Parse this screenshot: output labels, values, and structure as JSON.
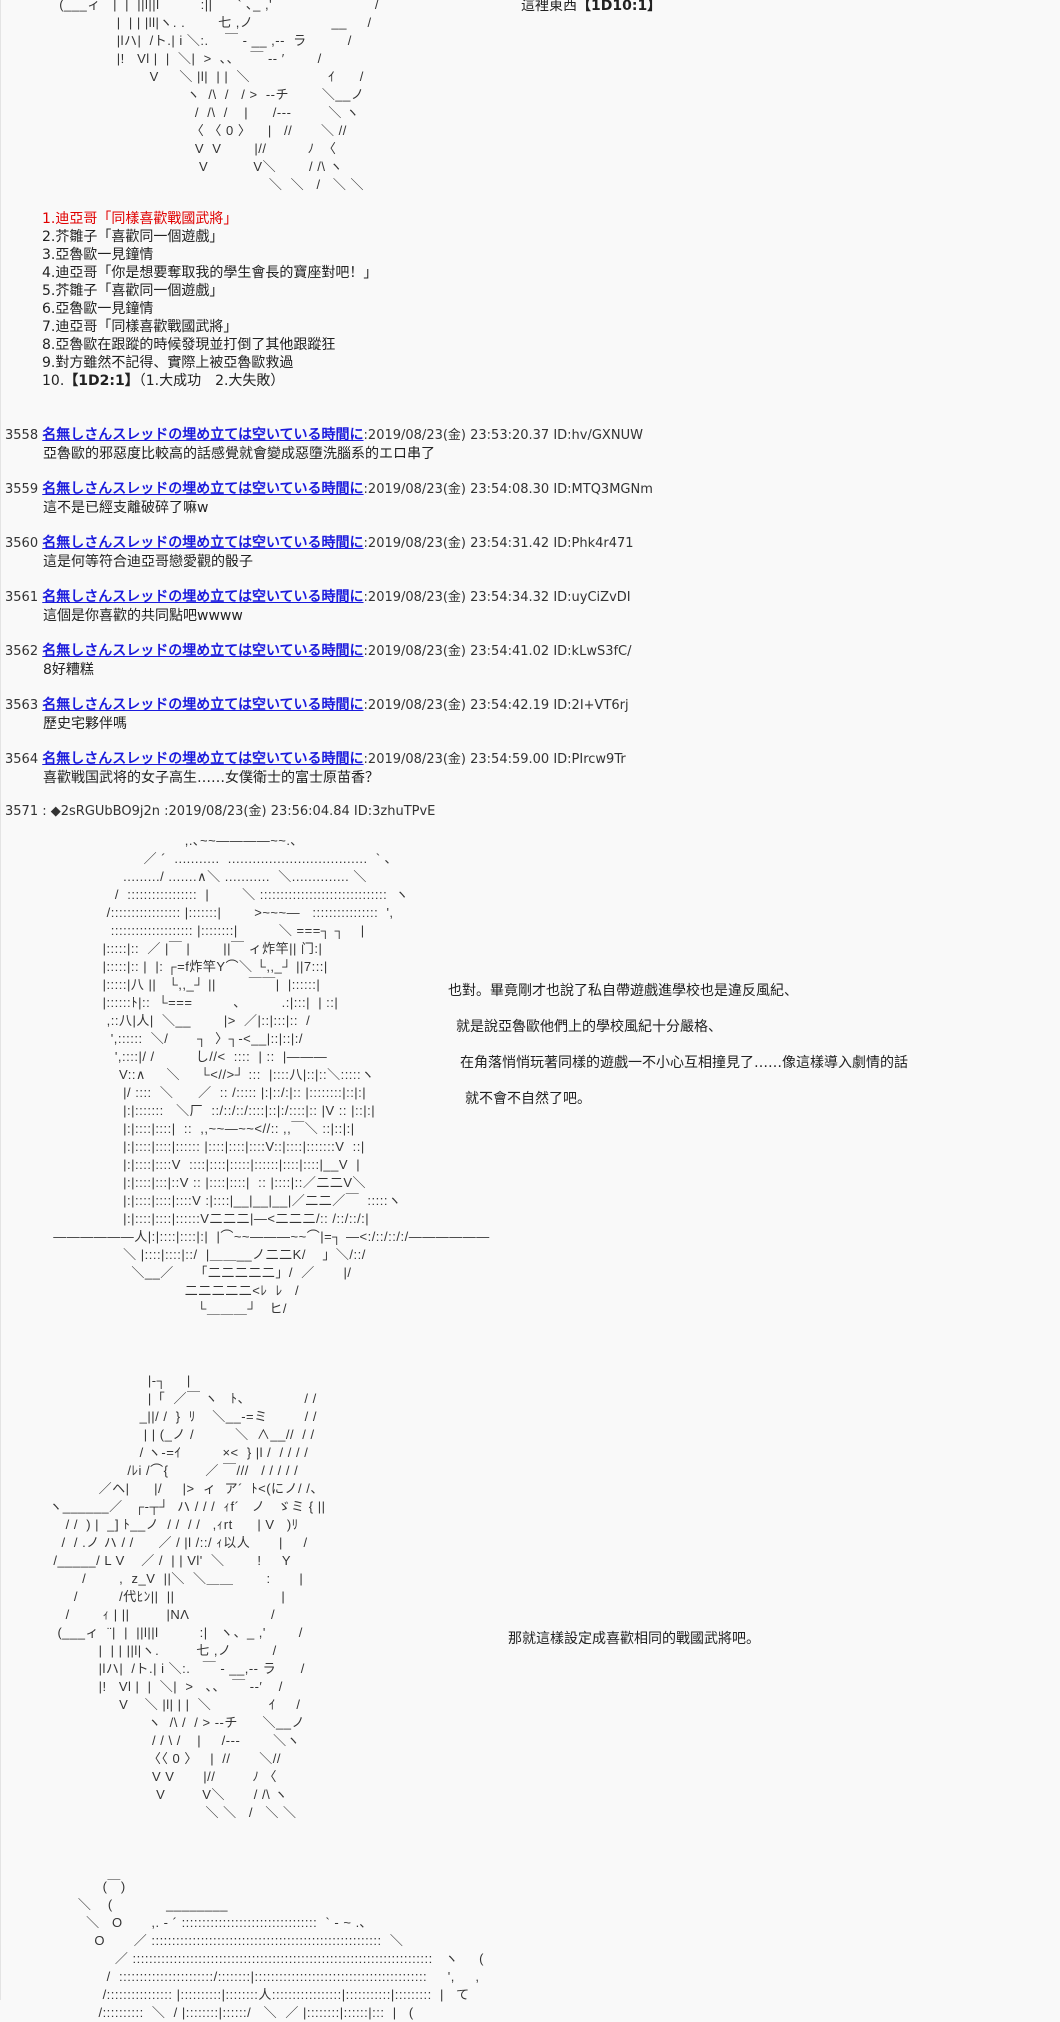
{
  "top_aa": [
    "  (___ィ   |  |  ||l||l          :||      ` ､_ ,'                         /",
    "                |  | | |ll|ヽ. .        七 ,ノ                   __     /",
    "                |lハ|  /ト.| i ＼:.    ￣ ‐ __ ,‐‐  ラ          /",
    "                |!   Vl |  |  ＼|  >  ､､    ￣ ‐‐ ′        /",
    "                        V     ＼ |l|  | |  ＼                   ｲ      /",
    "                                 ヽ  /\\  /   / >  ‐‐チ        ＼__ノ",
    "                                   /  /\\  /    |      /‐‐‐         ＼ ヽ",
    "                                  〈 〈 0 〉    |   //       ＼ //",
    "                                   V  V        |//          ﾉ  〈",
    "                                    V           V＼        / /\\ ヽ",
    "                                                     ＼  ＼   /   ＼ ＼"
  ],
  "top_note": {
    "prefix": "這裡東西",
    "roll": "【1D10:1】"
  },
  "choices": [
    "1.迪亞哥「同樣喜歡戰國武將」",
    "2.芥雛子「喜歡同一個遊戲」",
    "3.亞魯歐一見鐘情",
    "4.迪亞哥「你是想要奪取我的學生會長的寶座對吧！」",
    "5.芥雛子「喜歡同一個遊戲」",
    "6.亞魯歐一見鐘情",
    "7.迪亞哥「同樣喜歡戰國武將」",
    "8.亞魯歐在跟蹤的時候發現並打倒了其他跟蹤狂",
    "9.對方雖然不記得、實際上被亞魯歐救過"
  ],
  "choice_10": {
    "prefix": "10.",
    "roll": "【1D2:1】",
    "suffix": "（1.大成功　2.大失敗）"
  },
  "posts": [
    {
      "num": "3558",
      "name": "名無しさんスレッドの埋め立ては空いている時間に",
      "date": ":2019/08/23(金) 23:53:20.37 ID:hv/GXNUW",
      "body": "亞魯歐的邪惡度比較高的話感覺就會變成惡墮洗腦系的エロ串了"
    },
    {
      "num": "3559",
      "name": "名無しさんスレッドの埋め立ては空いている時間に",
      "date": ":2019/08/23(金) 23:54:08.30 ID:MTQ3MGNm",
      "body": "這不是已經支離破碎了嘛w"
    },
    {
      "num": "3560",
      "name": "名無しさんスレッドの埋め立ては空いている時間に",
      "date": ":2019/08/23(金) 23:54:31.42 ID:Phk4r471",
      "body": "這是何等符合迪亞哥戀愛觀的骰子"
    },
    {
      "num": "3561",
      "name": "名無しさんスレッドの埋め立ては空いている時間に",
      "date": ":2019/08/23(金) 23:54:34.32 ID:uyCiZvDI",
      "body": "這個是你喜歡的共同點吧wwww"
    },
    {
      "num": "3562",
      "name": "名無しさんスレッドの埋め立ては空いている時間に",
      "date": ":2019/08/23(金) 23:54:41.02 ID:kLwS3fC/",
      "body": "8好糟糕"
    },
    {
      "num": "3563",
      "name": "名無しさんスレッドの埋め立ては空いている時間に",
      "date": ":2019/08/23(金) 23:54:42.19 ID:2I+VT6rj",
      "body": "歷史宅夥伴嗎"
    },
    {
      "num": "3564",
      "name": "名無しさんスレッドの埋め立ては空いている時間に",
      "date": ":2019/08/23(金) 23:54:59.00 ID:PIrcw9Tr",
      "body": "喜歡戦国武将的女子高生……女僕衛士的富士原苗香？"
    }
  ],
  "trip_post": {
    "num": "3571",
    "sep": " : ",
    "trip": "◆2sRGUbBO9j2n",
    "date": " :2019/08/23(金) 23:56:04.84 ID:3zhuTPvE"
  },
  "aa1": [
    "                                  ,.､~~――――~~.､",
    "                        ／ ´  ...........  ..................................  ` ､",
    "                   ........./ .......∧＼ ...........  ＼.............. ＼",
    "                 /  :::::::::::::::::  |        ＼ :::::::::::::::::::::::::::::::  ヽ",
    "               /::::::::::::::::: |:::::::|        >~~~―   ::::::::::::::::  ',",
    "                :::::::::::::::::::: |::::::::|          ＼ ===┐ ┐    |",
    "              |:::::|::  ／ |￣ |        ||￣ ィ炸竿|| 门:|",
    "              |:::::|:: |  |: ┌=f炸竿Y⌒＼ └,,_┘ ||7:::|",
    "              |:::::|八 ||   └,,_┘ ||        ￣￣|  |::::::|",
    "              |::::::ﾄ|::  └===          ､          .:|:::|  | ::|",
    "               ,::八|人|  ＼__        |>  ／|::|:::|::  /",
    "                ',::::::  ＼/       ┐  〉┐‐<__|::|::|:/",
    "                 ',::::|/ /          し//<  ::::  | ::  |―――",
    "                  V::∧     ＼     └<//>┘ :::  |::::八|::|::＼:::::ヽ",
    "                   |/ ::::  ＼      ／  :: /::::: |:|::/:|:: |::::::::|::|:|",
    "                   |:|:::::::   ＼厂  ::/::/::/::::|::|:/::::|:: |V :: |::|:|",
    "                   |:|::::|::::|  ::  ,,~~―~~<//:: ,,￣＼ ::|::|:|",
    "                   |:|::::|::::|:::::: |::::|::::|::::V::|::::|:::::::V  ::|",
    "                   |:|::::|::::V  ::::|::::|:::::|::::::|::::|::::|__V  |",
    "                   |:|::::|:::|::V :: |::::|::::|  :: |::::|::／二二V＼",
    "                   |:|::::|::::|::::V :|::::|__|__|__|／二二／￣  :::::ヽ",
    "                   |:|::::|::::|::::::V二二二|―<二二二/:: /::/::/:|",
    "  ――――――人|:|::::|::::|:|  |⌒~~―――~~⌒|=┐ ―<:/::/::/:/――――――",
    "                   ＼ |::::|::::|::/  |＿＿__ノ二二K/    」＼/::/",
    "                     ＼__／     「二二二二二」/  ／       |/",
    "                                  二二二二二<ﾚ  ﾚ   /",
    "                                     └＿＿＿┘   ヒ/"
  ],
  "right_text": [
    "也對。畢竟剛才也說了私自帶遊戲進學校也是違反風紀、",
    "就是說亞魯歐他們上的學校風紀十分嚴格、",
    "在角落悄悄玩著同樣的遊戲一不小心互相撞見了……像這樣導入劇情的話",
    "就不會不自然了吧。"
  ],
  "aa2": [
    "                          |‐┐     |",
    "                          |「  ／￣ ヽ   ﾄ、             / /",
    "                        _||/ /  }  ﾘ    ＼__‐=ミ         / /",
    "                         | | (_ノ /          ＼  ∧__//  / /",
    "                        / ヽ‐=ｲ          ×<  } |l /  / / / /",
    "                     /ﾚi /⌒{         ／ ￣///   / / / / /",
    "              ／ヘ|      |/     |>  ィ  ア´  ﾄ<(にノ/ /、",
    "  ヽ______／   ┌‐┬┘  ハ / / /  ｨf´   ノ   ゞミ { ||",
    "      / /  ) |  _] ﾄ__ノ  / /  / /   ,ｨrt      | V   )ﾘ",
    "     /  / .ノ ハ / /      ／ / |l /::/ ｨ以人       |     /",
    "   /_____/ L V    ／ /  | | Vl'  ＼        !     Y",
    "          /        ,  z_V  ||＼  ＼＿＿        :       |",
    "        /          /代ﾋﾝ||  ||                          |",
    "      /        ｨ | ||         |NΛ                    /",
    "    (___ィ  ¨|  |  ||l||l          :|   ヽ、_ ,'        /",
    "              |  | | ||l|ヽ.         七 ,ノ          /",
    "              |lハ|  /ト.| i ＼:.   ￣ ‐ __,‐‐ ラ      /",
    "              |!   Vl |  |  ＼|  >   ､､   ￣ ‐‐′    /",
    "                   V    ＼ |l| | |  ＼              ｲ     /",
    "                          ヽ  /\\ /  / > ‐‐チ      ＼__ノ",
    "                           / / \\ /    |     /‐‐‐        ＼ヽ",
    "                          〈〈 0 〉   |  //       ＼//",
    "                           V V       |//         ﾉ 〈",
    "                            V         V＼       / /\\ ヽ",
    "                                        ＼ ＼   /   ＼ ＼"
  ],
  "right_text_2": "那就這樣設定成喜歡相同的戰國武將吧。",
  "aa3": [
    "              (￣)",
    "        ＼    (             ________",
    "          ＼   O       ,. ‐ ´ :::::::::::::::::::::::::::::::::  ` ‐ ~ .､",
    "            O       ／ ::::::::::::::::::::::::::::::::::::::::::::::::::::::::  ＼",
    "                 ／ :::::::::::::::::::::::::::::::::::::::::::::::::::::::::::::::::::::::::   ヽ     (",
    "               /  :::::::::::::::::::::::/::::::::|::::::::::::::::::::::::::::::::::::::::::     ',     ,",
    "              /:::::::::::::::: |::::::::::|::::::::人:::::::::::::::::|:::::::::::|:::::::::  |   て",
    "             /::::::::::  ＼  / |::::::::|::::::/   ＼  ／ |::::::::|::::::|:::  |   ("
  ]
}
